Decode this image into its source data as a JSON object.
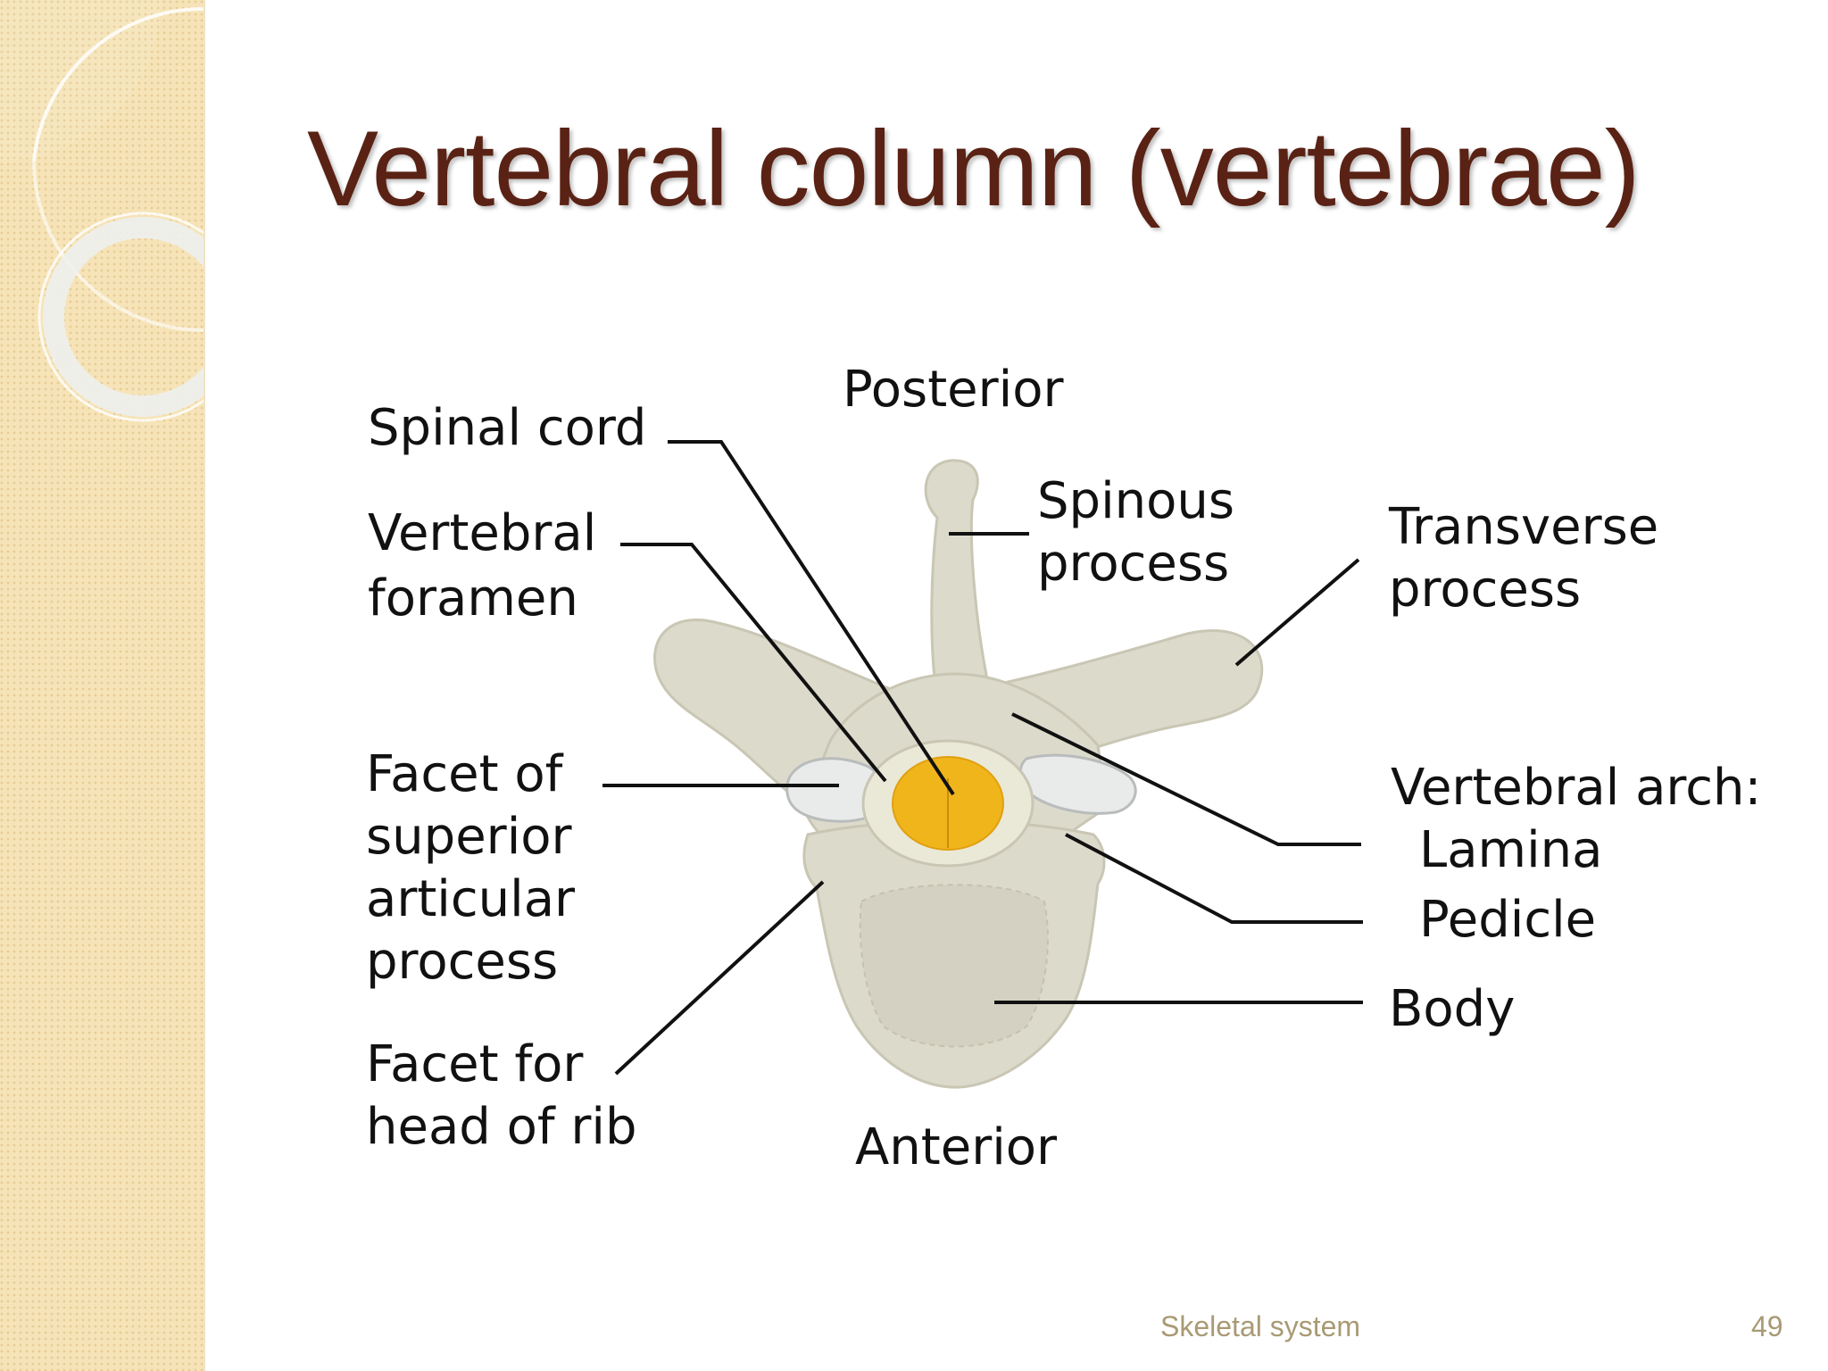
{
  "slide": {
    "title": "Vertebral column (vertebrae)",
    "footer": "Skeletal system",
    "page_number": "49"
  },
  "diagram": {
    "orientation_top": "Posterior",
    "orientation_bottom": "Anterior",
    "labels": {
      "spinal_cord": "Spinal cord",
      "vertebral_foramen_1": "Vertebral",
      "vertebral_foramen_2": "foramen",
      "facet_superior_1": "Facet of",
      "facet_superior_2": "superior",
      "facet_superior_3": "articular",
      "facet_superior_4": "process",
      "facet_rib_1": "Facet for",
      "facet_rib_2": "head of rib",
      "spinous_1": "Spinous",
      "spinous_2": "process",
      "transverse_1": "Transverse",
      "transverse_2": "process",
      "vertebral_arch": "Vertebral arch:",
      "lamina": "Lamina",
      "pedicle": "Pedicle",
      "body": "Body"
    }
  },
  "colors": {
    "title": "#5a2214",
    "bone": "#dcdacb",
    "spinal_cord": "#f1b51c",
    "sidebar": "#f6e4b8"
  }
}
